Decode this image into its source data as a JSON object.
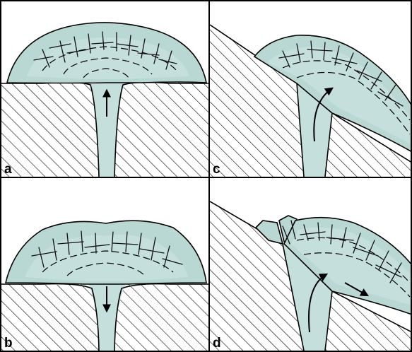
{
  "panels": [
    {
      "id": "a",
      "label": "a"
    },
    {
      "id": "b",
      "label": "b"
    },
    {
      "id": "c",
      "label": "c"
    },
    {
      "id": "d",
      "label": "d"
    }
  ],
  "colors": {
    "magma": "#c4dfdc",
    "crust_stipple": "#1a1a1a",
    "outline": "#000000",
    "background": "#ffffff"
  }
}
